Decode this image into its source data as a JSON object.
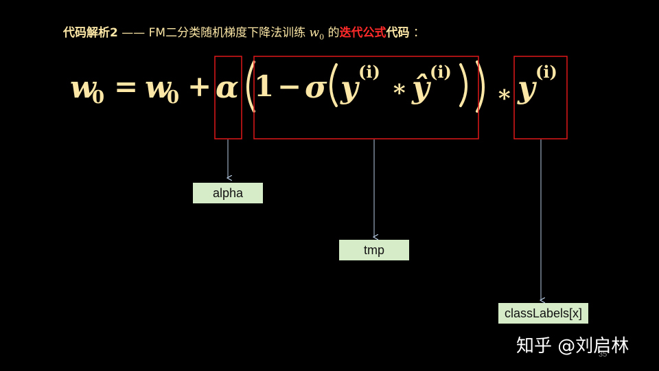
{
  "title": {
    "part1": "代码解析2",
    "dash": " —— ",
    "part2": "FM二分类随机梯度下降法训练 ",
    "math_var": "w",
    "math_sub": "0",
    "part3": " 的",
    "highlight": "迭代公式",
    "part4": "代码",
    "part5": " ："
  },
  "formula": {
    "lhs_w": "w",
    "lhs_sub": "0",
    "eq": "=",
    "rhs_w": "w",
    "rhs_sub": "0",
    "plus": "+",
    "alpha": "α",
    "one": "1",
    "minus": "−",
    "sigma": "σ",
    "y": "y",
    "sup_i": "(i)",
    "times": "∗",
    "yhat": "ŷ",
    "sup_i2": "(i)",
    "times2": "∗",
    "y2": "y",
    "sup_i3": "(i)"
  },
  "labels": {
    "alpha": "alpha",
    "tmp": "tmp",
    "class_labels": "classLabels[x]"
  },
  "watermark": "知乎 @刘启林",
  "page_number": "35",
  "colors": {
    "background": "#000000",
    "title_text": "#FCE7A6",
    "title_highlight": "#FF2A2A",
    "formula": "#FCE7A6",
    "box_outline": "#E01818",
    "label_fill": "#D6EBC8",
    "arrow": "#B8CCE4"
  }
}
